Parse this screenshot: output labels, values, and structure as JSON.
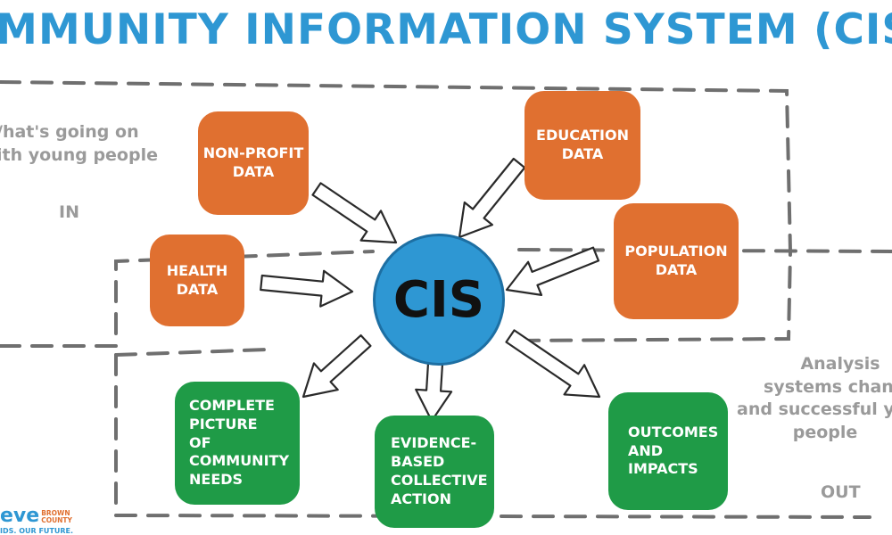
{
  "title": "OMMUNITY INFORMATION SYSTEM (CIS)",
  "center": "CIS",
  "inputs": {
    "nonprofit": [
      "NON-PROFIT",
      "DATA"
    ],
    "health": [
      "HEALTH",
      "DATA"
    ],
    "education": [
      "EDUCATION",
      "DATA"
    ],
    "population": [
      "POPULATION",
      "DATA"
    ]
  },
  "outputs": {
    "picture": [
      "COMPLETE",
      "PICTURE",
      "OF",
      "COMMUNITY",
      "NEEDS"
    ],
    "evidence": [
      "EVIDENCE-",
      "BASED",
      "COLLECTIVE",
      "ACTION"
    ],
    "outcomes": [
      "OUTCOMES",
      "AND",
      "IMPACTS"
    ]
  },
  "left_note": {
    "line1": "/hat's going on",
    "line2": "ith young people",
    "tag": "IN"
  },
  "right_note": {
    "line1": "Analysis",
    "line2": "systems chan",
    "line3": "and successful y",
    "line4": "people",
    "tag": "OUT"
  },
  "logo": {
    "word": "eve",
    "brown": "BROWN",
    "county": "COUNTY",
    "tagline": "IDS. OUR FUTURE."
  },
  "colors": {
    "blue": "#2e97d3",
    "orange": "#e07030",
    "green": "#1f9b47",
    "grey": "#9a9a9a",
    "dash": "#6f6f6f"
  }
}
